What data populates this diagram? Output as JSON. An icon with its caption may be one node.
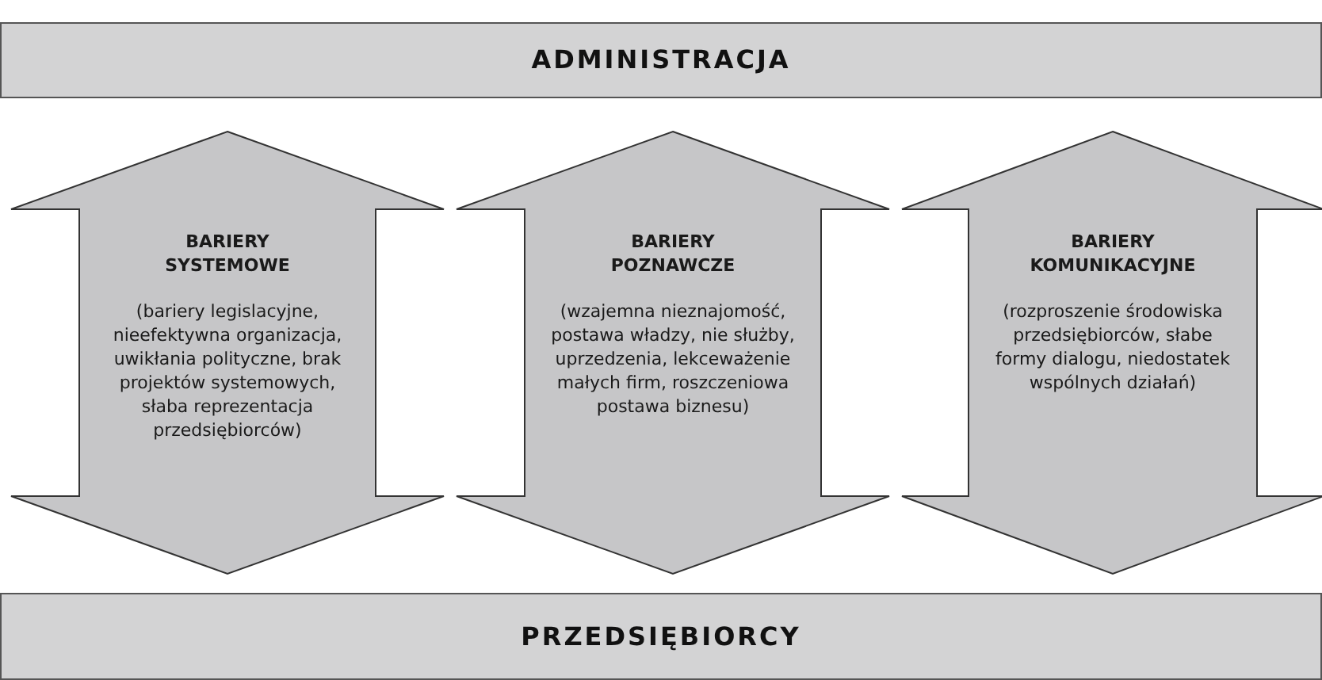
{
  "diagram": {
    "nodes": [
      {
        "text": [
          "ADMINISTRACJA"
        ]
      },
      {
        "text": [
          "BARIERY SYSTEMOWE",
          "(bariery legislacyjne, nieefektywna organizacja, uwikłania polityczne, brak projektów systemowych, słaba reprezentacja przedsiębiorców)"
        ]
      },
      {
        "text": [
          "BARIERY POZNAWCZE",
          "(wzajemna nieznajomość, postawa władzy, nie służby, uprzedzenia, lekceważenie małych firm, roszczeniowa postawa biznesu)"
        ]
      },
      {
        "text": [
          "BARIERY KOMUNIKACYJNE",
          "(rozproszenie środowiska przedsiębiorców, słabe formy dialogu, niedostatek wspólnych działań)"
        ]
      },
      {
        "text": [
          "PRZEDSIĘBIORCY"
        ]
      }
    ],
    "edges": [
      {
        "from": 0,
        "to": 4,
        "arrow": "both"
      },
      {
        "from": 0,
        "to": 4,
        "arrow": "both"
      },
      {
        "from": 0,
        "to": 4,
        "arrow": "both"
      }
    ]
  }
}
